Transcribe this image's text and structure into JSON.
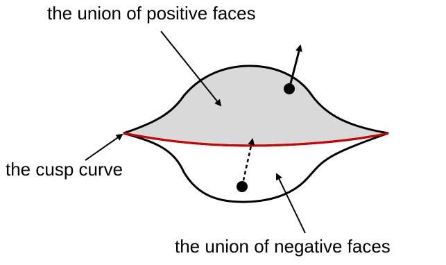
{
  "labels": {
    "positive_faces": "the union of positive faces",
    "cusp_curve": "the cusp curve",
    "negative_faces": "the union of negative faces"
  },
  "colors": {
    "positive_fill": "#d9d9d9",
    "outline": "#000000",
    "cusp_curve": "#cc0000",
    "background": "#ffffff"
  }
}
